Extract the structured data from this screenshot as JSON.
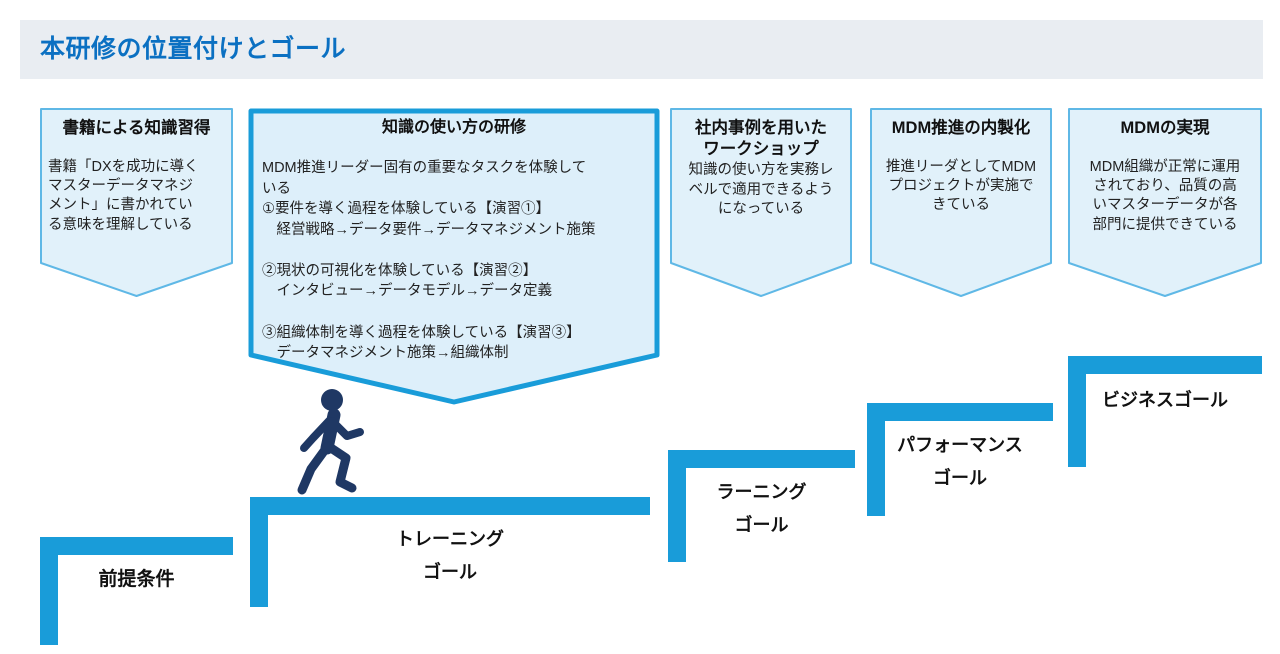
{
  "title": "本研修の位置付けとゴール",
  "phases": [
    {
      "header": "書籍による知識習得",
      "body": "書籍「DXを成功に導く\nマスターデータマネジ\nメント」に書かれてい\nる意味を理解している"
    },
    {
      "header": "知識の使い方の研修",
      "body": "MDM推進リーダー固有の重要なタスクを体験して\nいる\n①要件を導く過程を体験している【演習①】\n　経営戦略→データ要件→データマネジメント施策\n\n②現状の可視化を体験している【演習②】\n　インタビュー→データモデル→データ定義\n\n③組織体制を導く過程を体験している【演習③】\n　データマネジメント施策→組織体制"
    },
    {
      "header": "社内事例を用いた\nワークショップ",
      "body": "知識の使い方を実務レ\nベルで適用できるよう\nになっている"
    },
    {
      "header": "MDM推進の内製化",
      "body": "推進リーダとしてMDM\nプロジェクトが実施で\nきている"
    },
    {
      "header": "MDMの実現",
      "body": "MDM組織が正常に運用\nされており、品質の高\nいマスターデータが各\n部門に提供できている"
    }
  ],
  "steps": [
    {
      "label": "前提条件"
    },
    {
      "label": "トレーニング\nゴール"
    },
    {
      "label": "ラーニング\nゴール"
    },
    {
      "label": "パフォーマンス\nゴール"
    },
    {
      "label": "ビジネスゴール"
    }
  ],
  "icons": {
    "walker": "walking-person-icon"
  },
  "colors": {
    "accent_blue": "#199cd9",
    "title_blue": "#0b70c2",
    "box_fill": "#e1f1fa",
    "box_border_light": "#5fb8e6",
    "person_navy": "#1f3864",
    "titlebar_bg": "#e9edf2"
  }
}
